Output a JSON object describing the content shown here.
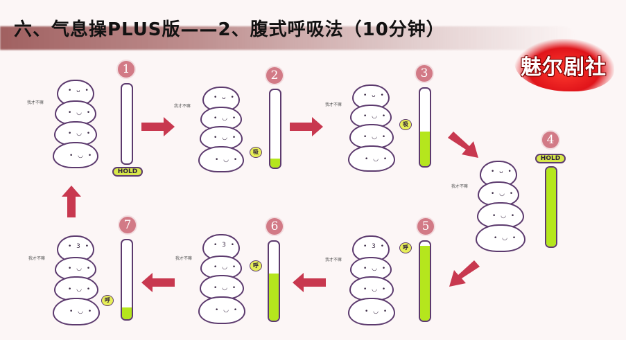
{
  "title": "六、气息操PLUS版——2、腹式呼吸法（10分钟）",
  "logo": {
    "text": "魅尔剧社"
  },
  "labels": {
    "hold": "HOLD",
    "inhale": "吸",
    "exhale": "呼"
  },
  "steps": [
    {
      "number": "1",
      "level": 0.0,
      "note": "我才不嘛",
      "badge": "hold"
    },
    {
      "number": "2",
      "level": 0.12,
      "note": "我才不嘛",
      "badge": "inhale"
    },
    {
      "number": "3",
      "level": 0.45,
      "note": "我才不嘛",
      "badge": "inhale"
    },
    {
      "number": "4",
      "level": 1.0,
      "note": "我才不嘛",
      "badge": "hold"
    },
    {
      "number": "5",
      "level": 0.95,
      "note": "我才不嘛",
      "badge": "exhale"
    },
    {
      "number": "6",
      "level": 0.6,
      "note": "我才不嘛",
      "badge": "exhale"
    },
    {
      "number": "7",
      "level": 0.15,
      "note": "我才不嘛",
      "badge": "exhale"
    }
  ],
  "colors": {
    "accent": "#b5e61d",
    "arrow": "#c8384f",
    "circle": "#d27a86",
    "outline": "#5c3a6e"
  }
}
